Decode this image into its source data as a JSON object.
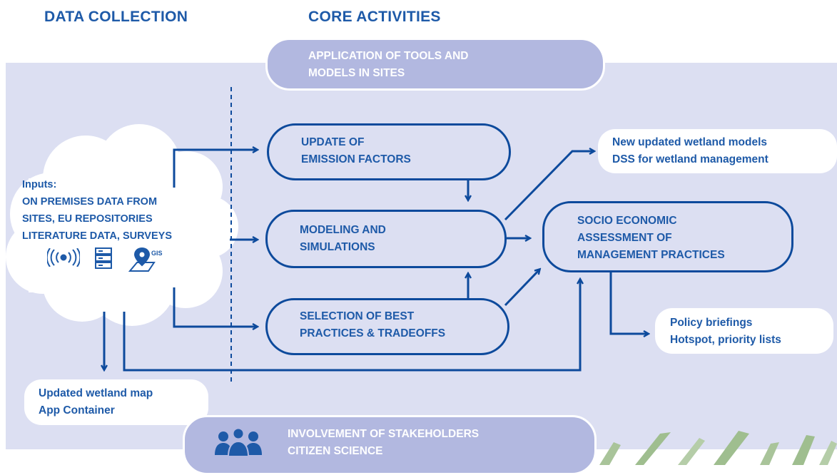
{
  "headings": {
    "data_collection": "DATA COLLECTION",
    "core_activities": "CORE ACTIVITIES"
  },
  "top_banner": {
    "lines": [
      "APPLICATION OF TOOLS AND",
      "MODELS IN SITES"
    ]
  },
  "inputs": {
    "title": "Inputs:",
    "lines": [
      "ON PREMISES DATA FROM",
      "SITES, EU REPOSITORIES",
      "LITERATURE DATA, SURVEYS"
    ],
    "icons": [
      "wireless-sensor-icon",
      "server-database-icon",
      "gis-map-pin-icon"
    ],
    "gis_label": "GIS"
  },
  "process_boxes": {
    "emission": [
      "UPDATE OF",
      "EMISSION FACTORS"
    ],
    "modeling": [
      "MODELING AND",
      "SIMULATIONS"
    ],
    "selection": [
      "SELECTION OF BEST",
      "PRACTICES & TRADEOFFS"
    ],
    "socio": [
      "SOCIO ECONOMIC",
      "ASSESSMENT OF",
      "MANAGEMENT PRACTICES"
    ]
  },
  "outputs": {
    "wetland_models": [
      "New updated wetland models",
      "DSS for wetland management"
    ],
    "policy": [
      "Policy briefings",
      "Hotspot, priority lists"
    ],
    "map": [
      "Updated wetland map",
      "App Container"
    ]
  },
  "bottom_banner": {
    "lines": [
      "INVOLVEMENT OF STAKEHOLDERS",
      "CITIZEN SCIENCE"
    ],
    "icon": "people-group-icon"
  },
  "colors": {
    "primary_blue": "#1e5aa8",
    "line_blue": "#0d4a9c",
    "panel_bg": "#dcdff2",
    "banner_fill": "#b2b8e0",
    "decor_green": "#9fbe8f"
  }
}
